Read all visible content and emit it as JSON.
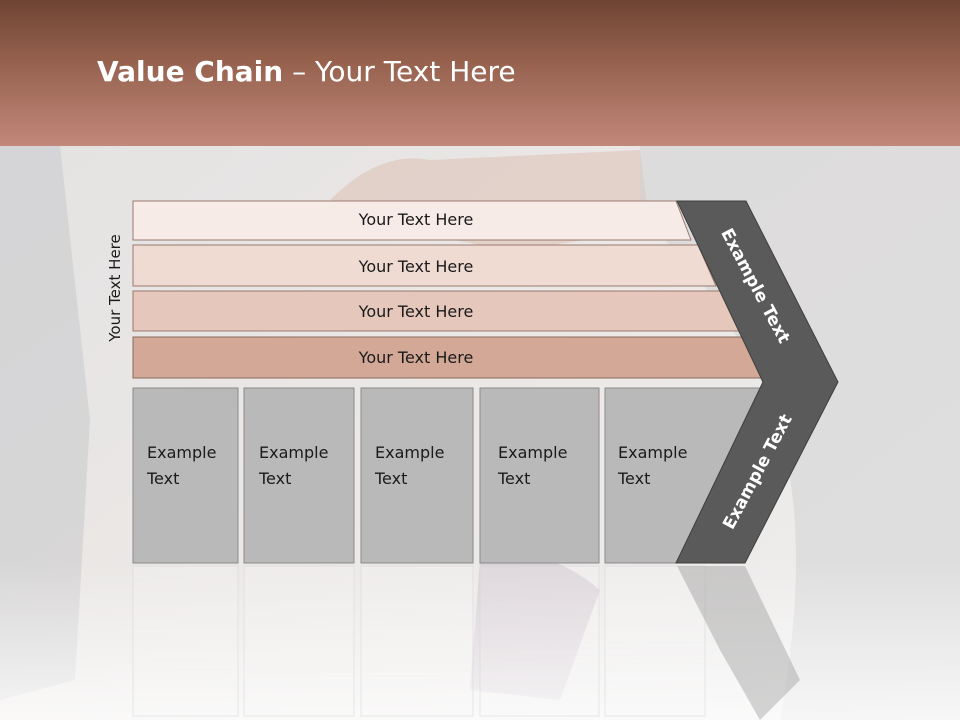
{
  "title": {
    "bold": "Value Chain",
    "rest": " – Your Text Here"
  },
  "side_label": "Your Text Here",
  "rows": [
    "Your Text Here",
    "Your Text Here",
    "Your Text Here",
    "Your Text Here"
  ],
  "columns": [
    [
      "Example",
      "Text"
    ],
    [
      "Example",
      "Text"
    ],
    [
      "Example",
      "Text"
    ],
    [
      "Example",
      "Text"
    ],
    [
      "Example",
      "Text"
    ]
  ],
  "chevron_top_label": "Example Text",
  "chevron_bottom_label": "Example Text",
  "colors": {
    "header_dark": "#6e4434",
    "header_light": "#c2887a",
    "row_fills": [
      "#f7ebe7",
      "#f0dbd3",
      "#e6c7bb",
      "#d3a896"
    ],
    "column_fill": "#b9b9b9",
    "chevron_fill": "#5a5a5a"
  }
}
